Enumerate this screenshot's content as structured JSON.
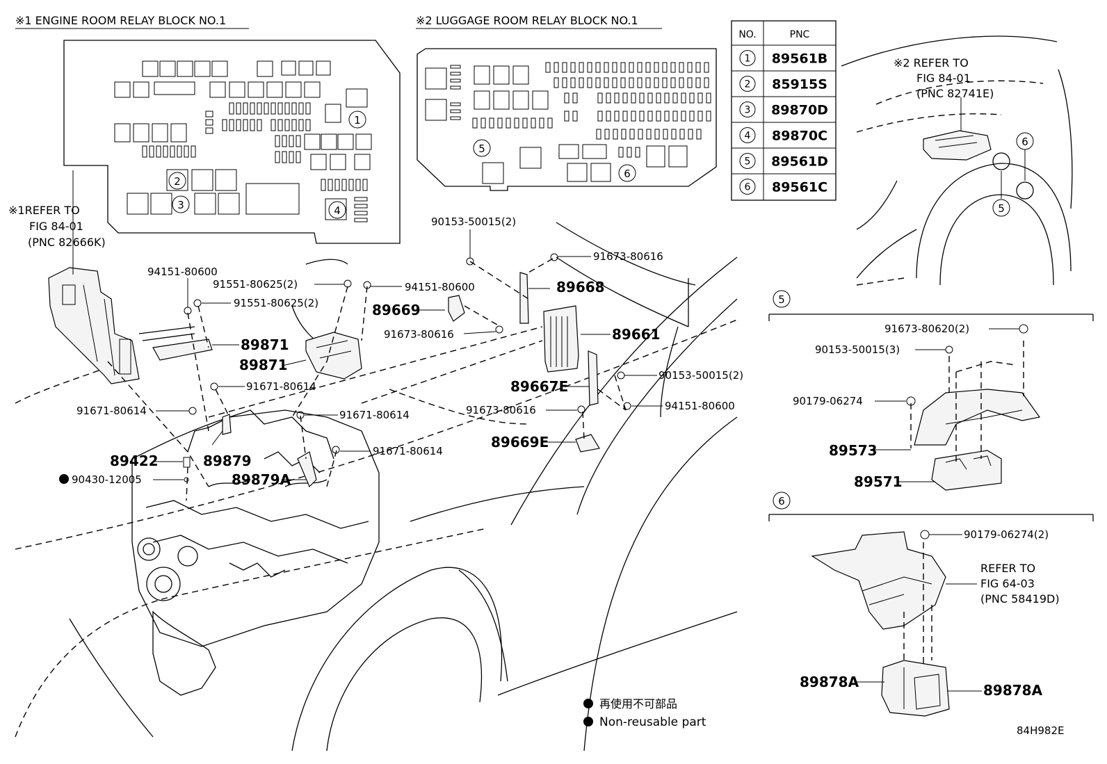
{
  "headings": {
    "engine_block": "※1 ENGINE ROOM RELAY BLOCK NO.1",
    "luggage_block": "※2 LUGGAGE ROOM RELAY BLOCK NO.1"
  },
  "pnc_table": {
    "col_no": "NO.",
    "col_pnc": "PNC",
    "rows": [
      {
        "no": "1",
        "pnc": "89561B"
      },
      {
        "no": "2",
        "pnc": "85915S"
      },
      {
        "no": "3",
        "pnc": "89870D"
      },
      {
        "no": "4",
        "pnc": "89870C"
      },
      {
        "no": "5",
        "pnc": "89561D"
      },
      {
        "no": "6",
        "pnc": "89561C"
      }
    ]
  },
  "refs": {
    "ref1": [
      "※1REFER TO",
      "FIG 84-01",
      "(PNC 82666K)"
    ],
    "ref2": [
      "※2 REFER TO",
      "FIG 84-01",
      "(PNC 82741E)"
    ],
    "ref3": [
      "REFER TO",
      "FIG 64-03",
      "(PNC 58419D)"
    ]
  },
  "markers": {
    "m1": "1",
    "m2": "2",
    "m3": "3",
    "m4": "4",
    "m5": "5",
    "m6": "6",
    "m5b": "5",
    "m6b": "6",
    "sec5": "5",
    "sec6": "6"
  },
  "labels": {
    "l_94151_a": "94151-80600",
    "l_91551_a": "91551-80625(2)",
    "l_91551_b": "91551-80625(2)",
    "l_89871_a": "89871",
    "l_89871_b": "89871",
    "l_91671_a": "91671-80614",
    "l_91671_b": "91671-80614",
    "l_91671_c": "91671-80614",
    "l_91671_d": "91671-80614",
    "l_89422": "89422",
    "l_90430": "90430-12005",
    "l_89879": "89879",
    "l_89879A": "89879A",
    "l_90153_a": "90153-50015(2)",
    "l_91673_a": "91673-80616",
    "l_94151_b": "94151-80600",
    "l_89668": "89668",
    "l_89669": "89669",
    "l_91673_b": "91673-80616",
    "l_89661": "89661",
    "l_89667E": "89667E",
    "l_90153_b": "90153-50015(2)",
    "l_91673_c": "91673-80616",
    "l_94151_c": "94151-80600",
    "l_89669E": "89669E",
    "l_91673_d": "91673-80620(2)",
    "l_90153_c": "90153-50015(3)",
    "l_90179_a": "90179-06274",
    "l_89573": "89573",
    "l_89571": "89571",
    "l_90179_b": "90179-06274(2)",
    "l_89878A_a": "89878A",
    "l_89878A_b": "89878A"
  },
  "legend": {
    "jp": "再使用不可部品",
    "en": "Non-reusable part"
  },
  "figure_code": "84H982E"
}
